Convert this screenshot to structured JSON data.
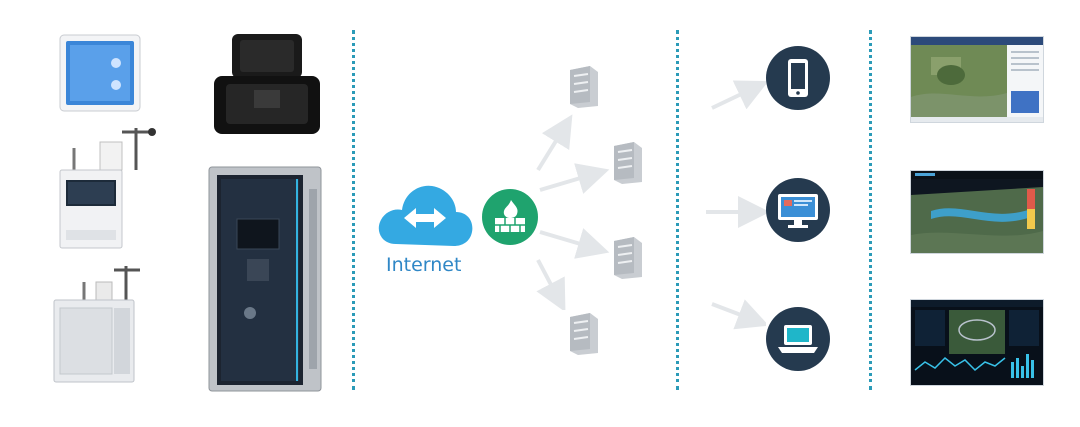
{
  "diagram": {
    "cloud_label": "Internet",
    "colors": {
      "divider": "#2b9bb8",
      "cloud_blue": "#33a7e0",
      "firewall_green": "#1fa36e",
      "device_circle": "#253a4f",
      "arrow": "#e3e6e9"
    },
    "icons": [
      "air-monitor-tablet",
      "weather-station",
      "outdoor-monitor",
      "portable-case",
      "server-cabinet",
      "cloud-icon",
      "firewall-icon",
      "server-icon",
      "smartphone-icon",
      "desktop-monitor-icon",
      "laptop-icon",
      "map-dashboard",
      "3d-map-dashboard",
      "data-dashboard"
    ]
  }
}
